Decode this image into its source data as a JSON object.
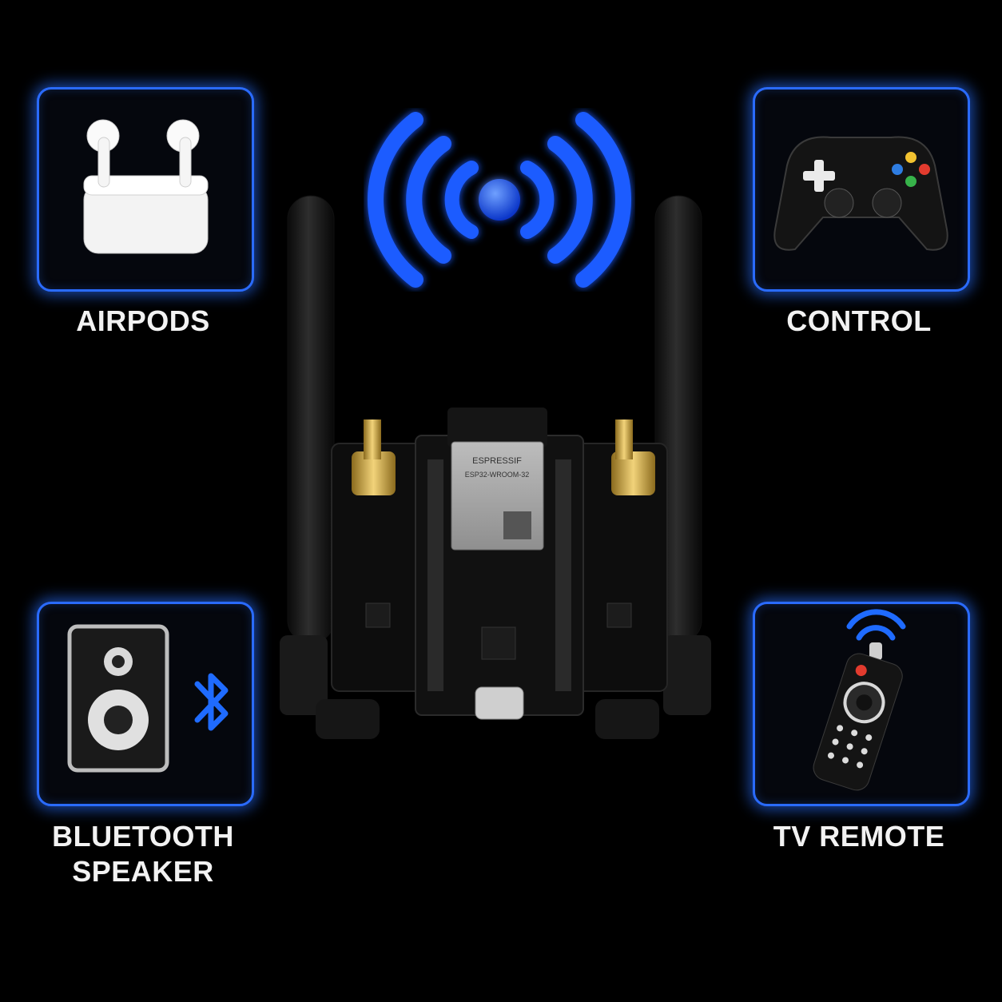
{
  "cards": {
    "airpods": {
      "label": "AIRPODS"
    },
    "control": {
      "label": "CONTROL"
    },
    "speaker": {
      "label_line1": "BLUETOOTH",
      "label_line2": "SPEAKER"
    },
    "remote": {
      "label": "TV REMOTE"
    }
  },
  "board": {
    "module_brand": "ESPRESSIF",
    "module_model": "ESP32-WROOM-32"
  },
  "icons": {
    "signal": "wireless-signal-icon",
    "airpods": "airpods-icon",
    "gamepad": "gamepad-icon",
    "speaker": "speaker-icon",
    "bluetooth": "bluetooth-icon",
    "remote": "tv-remote-icon"
  },
  "colors": {
    "accent": "#2a6bff",
    "signal": "#1f5cff",
    "background": "#000000"
  }
}
